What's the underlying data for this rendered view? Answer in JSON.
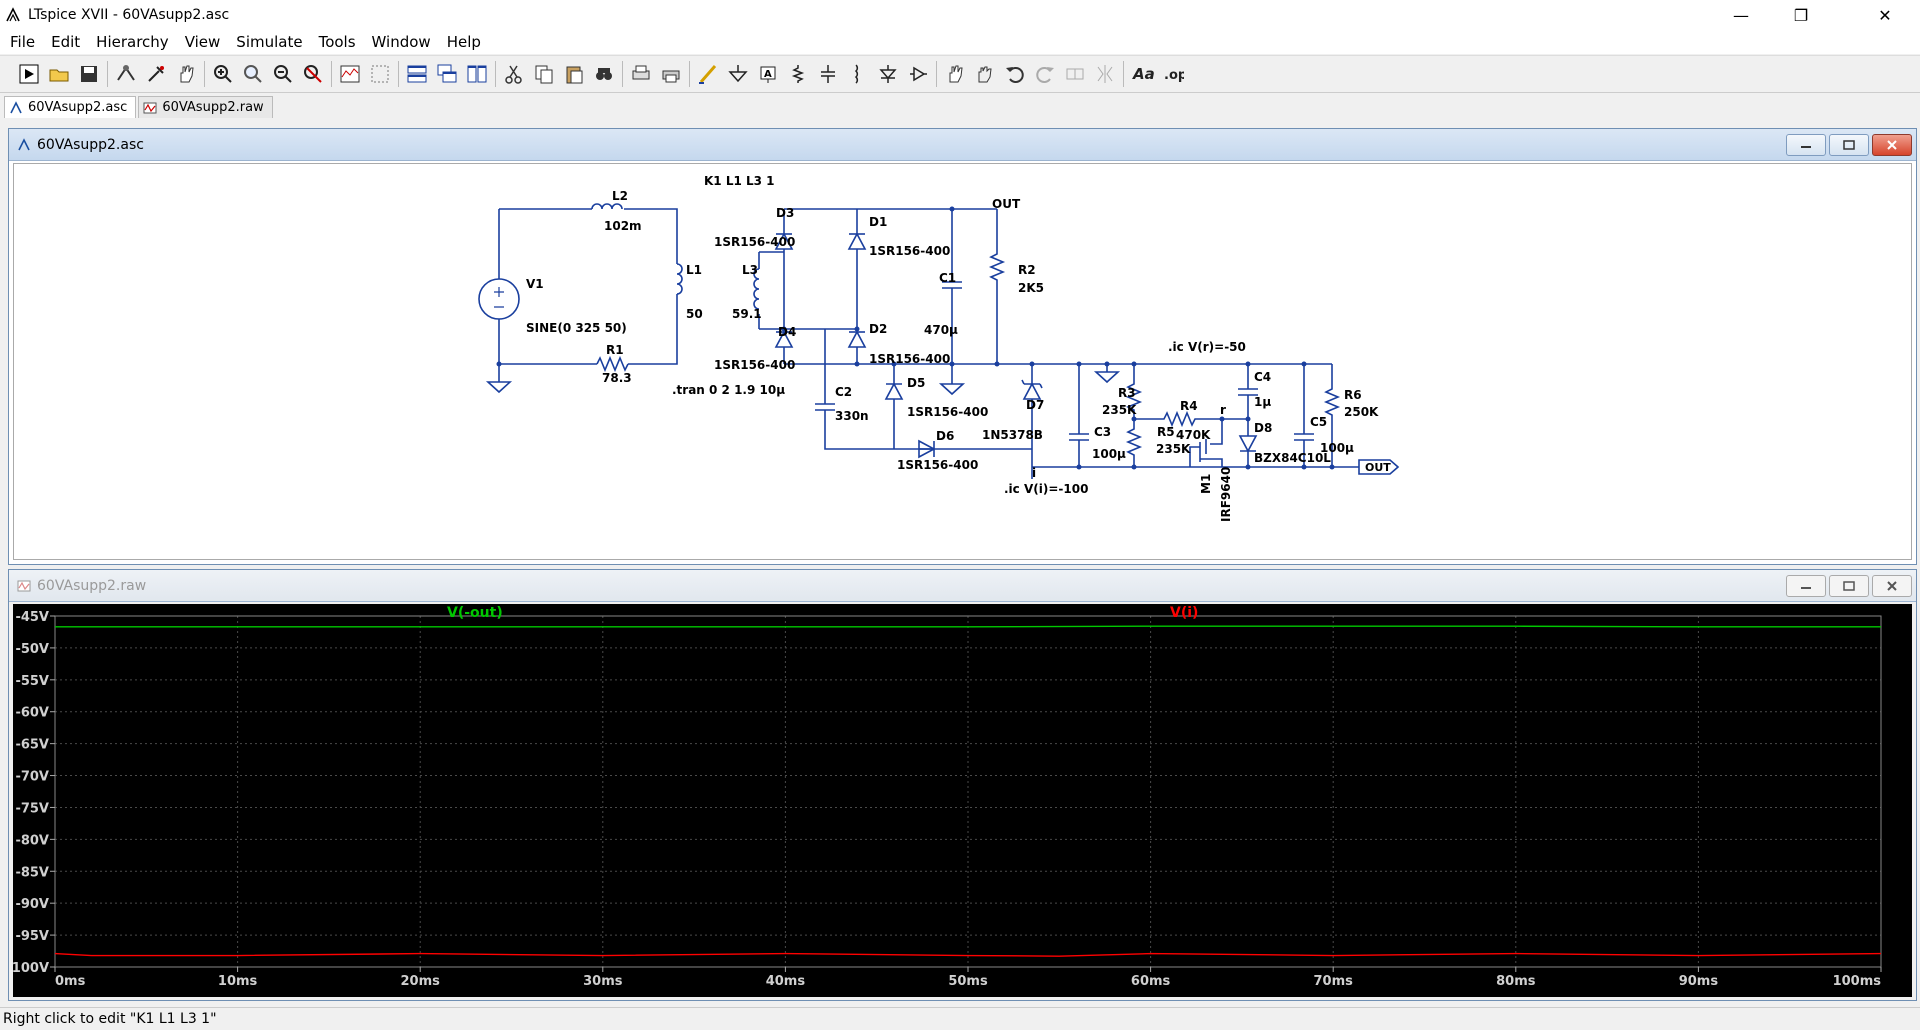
{
  "window": {
    "title": "LTspice XVII - 60VAsupp2.asc",
    "minimize": "—",
    "restore": "❐",
    "close": "✕"
  },
  "menu": [
    {
      "label": "File"
    },
    {
      "label": "Edit"
    },
    {
      "label": "Hierarchy"
    },
    {
      "label": "View"
    },
    {
      "label": "Simulate"
    },
    {
      "label": "Tools"
    },
    {
      "label": "Window"
    },
    {
      "label": "Help"
    }
  ],
  "toolbar": {
    "groups": [
      [
        "run-icon",
        "open-icon",
        "save-icon"
      ],
      [
        "control-panel-icon",
        "probe-icon",
        "pan-hand-icon"
      ],
      [
        "zoom-in-icon",
        "zoom-area-icon",
        "zoom-out-icon",
        "zoom-fit-icon"
      ],
      [
        "autoscale-icon",
        "zoom-select-icon"
      ],
      [
        "tile-horizontal-icon",
        "cascade-icon",
        "tile-vertical-icon"
      ],
      [
        "cut-icon",
        "copy-icon",
        "paste-icon",
        "find-icon"
      ],
      [
        "print-setup-icon",
        "print-icon"
      ],
      [
        "draw-wire-icon",
        "ground-icon",
        "label-net-icon",
        "resistor-icon",
        "capacitor-icon",
        "inductor-icon",
        "diode-icon",
        "component-icon"
      ],
      [
        "move-icon",
        "drag-icon",
        "undo-icon",
        "redo-icon",
        "rotate-icon",
        "mirror-icon"
      ],
      [
        "text-icon",
        "spice-directive-icon"
      ]
    ]
  },
  "tabs": [
    {
      "label": "60VAsupp2.asc",
      "active": true
    },
    {
      "label": "60VAsupp2.raw",
      "active": false
    }
  ],
  "schematic": {
    "title": "60VAsupp2.asc",
    "labels": {
      "K1": "K1 L1 L3 1",
      "L2": "L2",
      "L2v": "102m",
      "V1": "V1",
      "V1v": "SINE(0 325 50)",
      "L1": "L1",
      "L1v": "50",
      "R1": "R1",
      "R1v": "78.3",
      "L3": "L3",
      "L3v": "59.1",
      "D3": "D3",
      "D3v": "1SR156-400",
      "D4": "D4",
      "D4v": "1SR156-400",
      "D1": "D1",
      "D1v": "1SR156-400",
      "D2": "D2",
      "D2v": "1SR156-400",
      "C1": "C1",
      "C1v": "470µ",
      "OUT": "OUT",
      "R2": "R2",
      "R2v": "2K5",
      "tran": ".tran 0 2 1.9 10µ",
      "C2": "C2",
      "C2v": "330n",
      "D5": "D5",
      "D5v": "1SR156-400",
      "D6": "D6",
      "D6v": "1SR156-400",
      "D7": "D7",
      "D7v": "1N5378B",
      "i": "i",
      "ici": ".ic V(i)=-100",
      "icr": ".ic V(r)=-50",
      "C3": "C3",
      "C3v": "100µ",
      "R3": "R3",
      "R3v": "235K",
      "R5": "R5",
      "R5v": "235K",
      "R4": "R4",
      "R4v": "470K",
      "r": "r",
      "C4": "C4",
      "C4v": "1µ",
      "D8": "D8",
      "D8v": "BZX84C10L",
      "M1": "M1",
      "M1v": "IRF9640",
      "C5": "C5",
      "C5v": "100µ",
      "R6": "R6",
      "R6v": "250K",
      "OUTflag": "OUT"
    }
  },
  "waveform": {
    "title": "60VAsupp2.raw"
  },
  "chart_data": {
    "type": "line",
    "title": "",
    "xlabel": "",
    "ylabel": "",
    "xlim": [
      0,
      100
    ],
    "ylim": [
      -100,
      -45
    ],
    "x_ticks": [
      "0ms",
      "10ms",
      "20ms",
      "30ms",
      "40ms",
      "50ms",
      "60ms",
      "70ms",
      "80ms",
      "90ms",
      "100ms"
    ],
    "y_ticks": [
      "-45V",
      "-50V",
      "-55V",
      "-60V",
      "-65V",
      "-70V",
      "-75V",
      "-80V",
      "-85V",
      "-90V",
      "-95V",
      "-100V"
    ],
    "grid": true,
    "background": "#000000",
    "gridColor": "#4a4a4a",
    "series": [
      {
        "name": "V(-out)",
        "color": "#00c800",
        "x": [
          0,
          10,
          20,
          30,
          40,
          50,
          60,
          70,
          80,
          90,
          100
        ],
        "values": [
          -46.7,
          -46.7,
          -46.7,
          -46.7,
          -46.7,
          -46.7,
          -46.6,
          -46.6,
          -46.6,
          -46.7,
          -46.7
        ]
      },
      {
        "name": "V(i)",
        "color": "#ff0000",
        "x": [
          0,
          2,
          10,
          20,
          30,
          40,
          50,
          55,
          60,
          70,
          80,
          90,
          100
        ],
        "values": [
          -97.9,
          -98.2,
          -98.2,
          -97.9,
          -98.2,
          -97.9,
          -98.2,
          -98.3,
          -97.9,
          -98.2,
          -97.9,
          -98.2,
          -97.9
        ]
      }
    ]
  },
  "status": {
    "text": "Right click to edit \"K1 L1 L3 1\""
  }
}
